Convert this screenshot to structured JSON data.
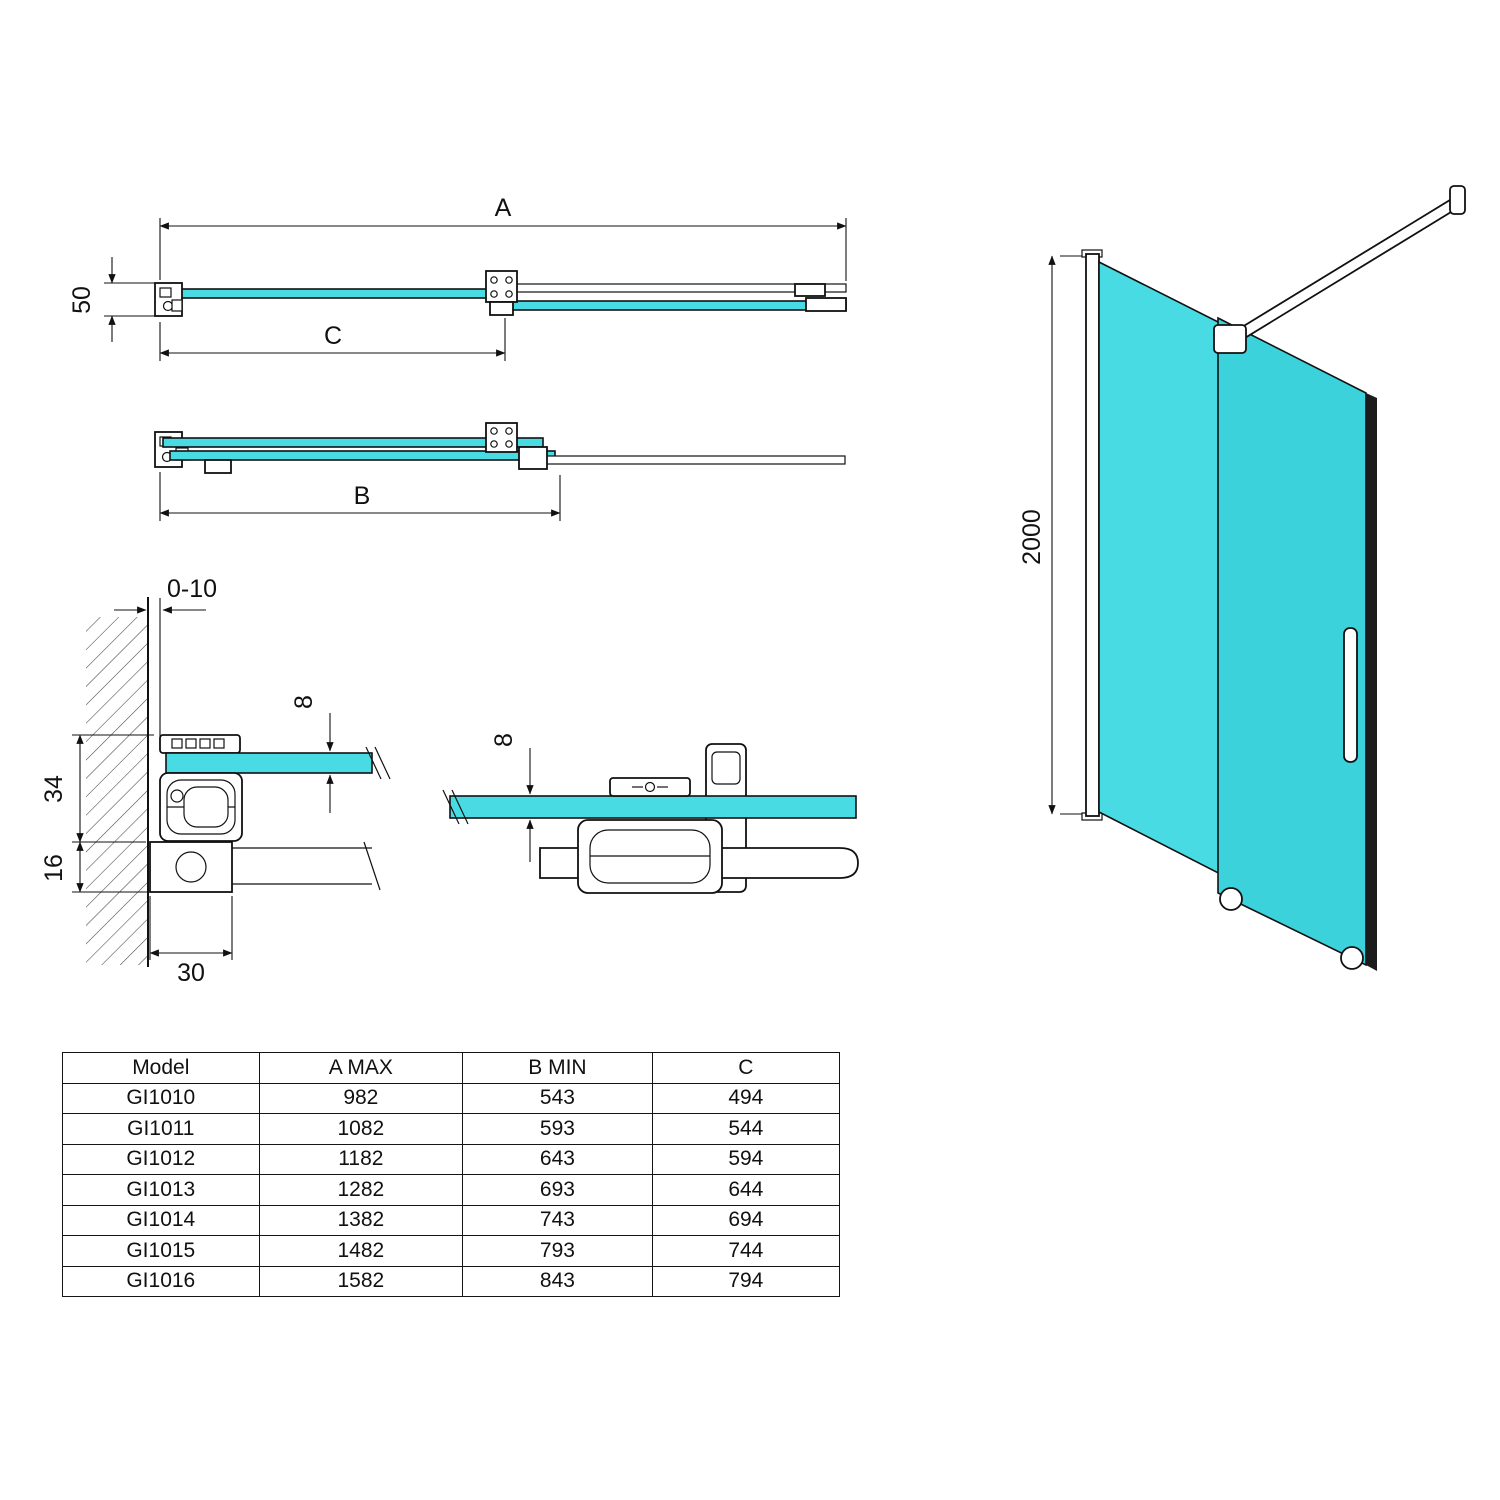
{
  "colors": {
    "glass": "#49DBE3",
    "glass_dark": "#3BD2DC",
    "line": "#111111"
  },
  "dims": {
    "a": "A",
    "b": "B",
    "c": "C",
    "depth_50": "50",
    "wall_gap": "0-10",
    "profile_34": "34",
    "floor_16": "16",
    "glass_8_wall": "8",
    "glass_8_roller": "8",
    "floor_30": "30",
    "height_2000": "2000"
  },
  "table": {
    "headers": [
      "Model",
      "A MAX",
      "B MIN",
      "C"
    ],
    "rows": [
      [
        "GI1010",
        "982",
        "543",
        "494"
      ],
      [
        "GI1011",
        "1082",
        "593",
        "544"
      ],
      [
        "GI1012",
        "1182",
        "643",
        "594"
      ],
      [
        "GI1013",
        "1282",
        "693",
        "644"
      ],
      [
        "GI1014",
        "1382",
        "743",
        "694"
      ],
      [
        "GI1015",
        "1482",
        "793",
        "744"
      ],
      [
        "GI1016",
        "1582",
        "843",
        "794"
      ]
    ]
  }
}
